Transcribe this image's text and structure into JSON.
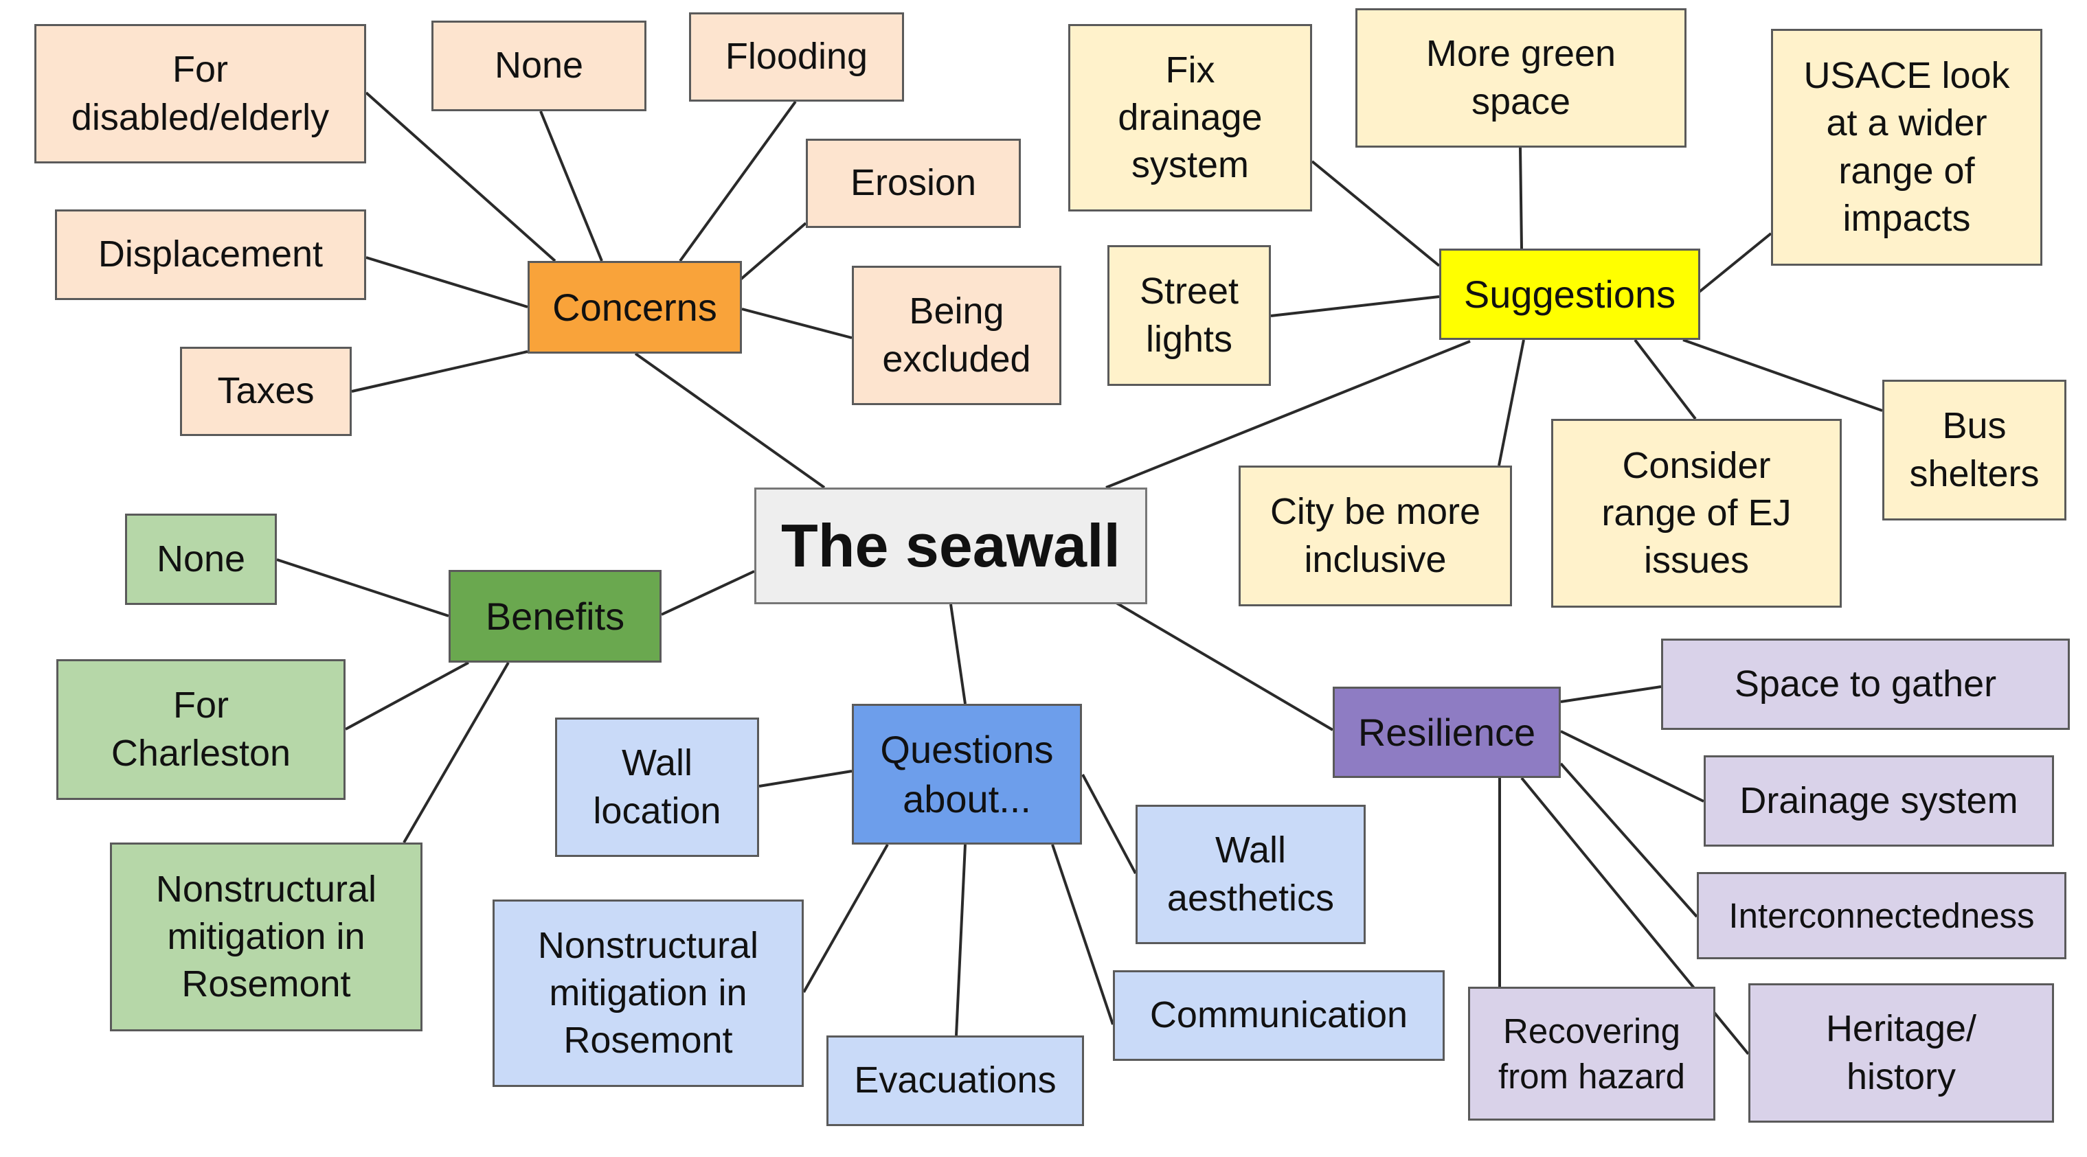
{
  "colors": {
    "center_fill": "#eeeeee",
    "concerns_hub": "#f9a33a",
    "concerns_leaf": "#fde4cf",
    "suggestions_hub": "#ffff00",
    "suggestions_leaf": "#fff2cb",
    "benefits_hub": "#6aa84f",
    "benefits_leaf": "#b6d7a8",
    "questions_hub": "#6d9eeb",
    "questions_leaf": "#c9daf8",
    "resilience_hub": "#8e7cc3",
    "resilience_leaf": "#d9d2e9"
  },
  "center": {
    "label": "The seawall"
  },
  "concerns": {
    "label": "Concerns",
    "items": [
      "For\ndisabled/elderly",
      "None",
      "Flooding",
      "Erosion",
      "Displacement",
      "Being\nexcluded",
      "Taxes"
    ]
  },
  "suggestions": {
    "label": "Suggestions",
    "items": [
      "Fix\ndrainage\nsystem",
      "More green\nspace",
      "USACE look\nat a wider\nrange of\nimpacts",
      "Street\nlights",
      "City be more\ninclusive",
      "Consider\nrange of EJ\nissues",
      "Bus\nshelters"
    ]
  },
  "benefits": {
    "label": "Benefits",
    "items": [
      "None",
      "For\nCharleston",
      "Nonstructural\nmitigation in\nRosemont"
    ]
  },
  "questions": {
    "label": "Questions\nabout...",
    "items": [
      "Wall\nlocation",
      "Nonstructural\nmitigation in\nRosemont",
      "Evacuations",
      "Wall\naesthetics",
      "Communication"
    ]
  },
  "resilience": {
    "label": "Resilience",
    "items": [
      "Space to gather",
      "Drainage system",
      "Interconnectedness",
      "Recovering\nfrom hazard",
      "Heritage/\nhistory"
    ]
  }
}
